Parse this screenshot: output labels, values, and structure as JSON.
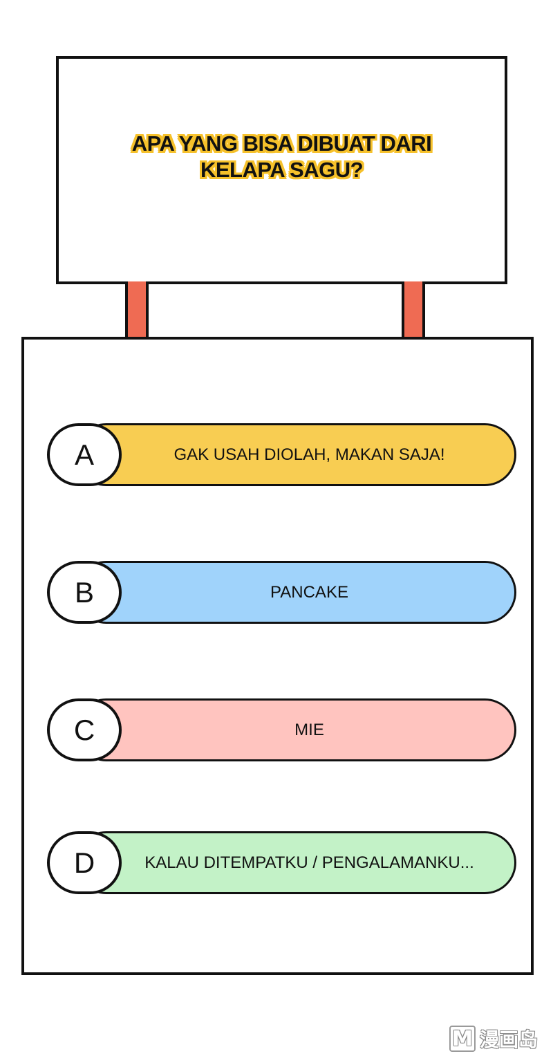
{
  "question": {
    "line1": "APA YANG BISA DIBUAT DARI",
    "line2": "KELAPA SAGU?"
  },
  "colors": {
    "question_outline": "#f6c12b",
    "post": "#ef6b53",
    "option_a": "#f8cd52",
    "option_b": "#a0d3fb",
    "option_c": "#ffc4bf",
    "option_d": "#c3f2c7"
  },
  "options": [
    {
      "letter": "A",
      "text": "GAK USAH DIOLAH, MAKAN SAJA!"
    },
    {
      "letter": "B",
      "text": "PANCAKE"
    },
    {
      "letter": "C",
      "text": "MIE"
    },
    {
      "letter": "D",
      "text": "KALAU DITEMPATKU / PENGALAMANKU..."
    }
  ],
  "watermark": {
    "icon": "M",
    "text": "漫画岛"
  }
}
